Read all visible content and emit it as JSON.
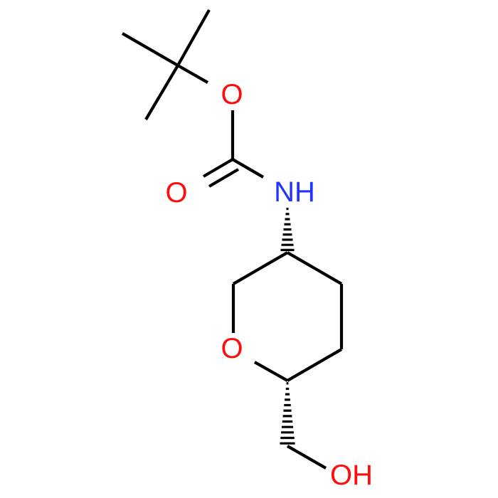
{
  "molecule": {
    "atoms": {
      "ether_o": "O",
      "carbonyl_o": "O",
      "nh": "NH",
      "ring_o": "O",
      "oh": "OH"
    },
    "colors": {
      "bond": "#000000",
      "oxygen": "#ff0d0d",
      "nitrogen": "#2233ff"
    }
  }
}
